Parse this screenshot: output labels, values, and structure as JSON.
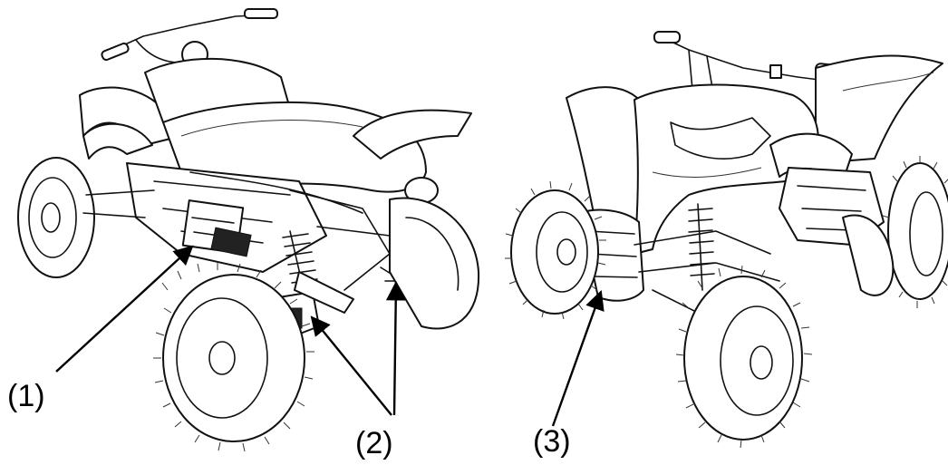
{
  "callouts": {
    "c1": "(1)",
    "c2": "(2)",
    "c3": "(3)"
  },
  "figures": [
    {
      "name": "atv-rear-three-quarter-view",
      "icon": "atv-illustration-icon"
    },
    {
      "name": "atv-front-three-quarter-view",
      "icon": "atv-illustration-icon"
    }
  ]
}
